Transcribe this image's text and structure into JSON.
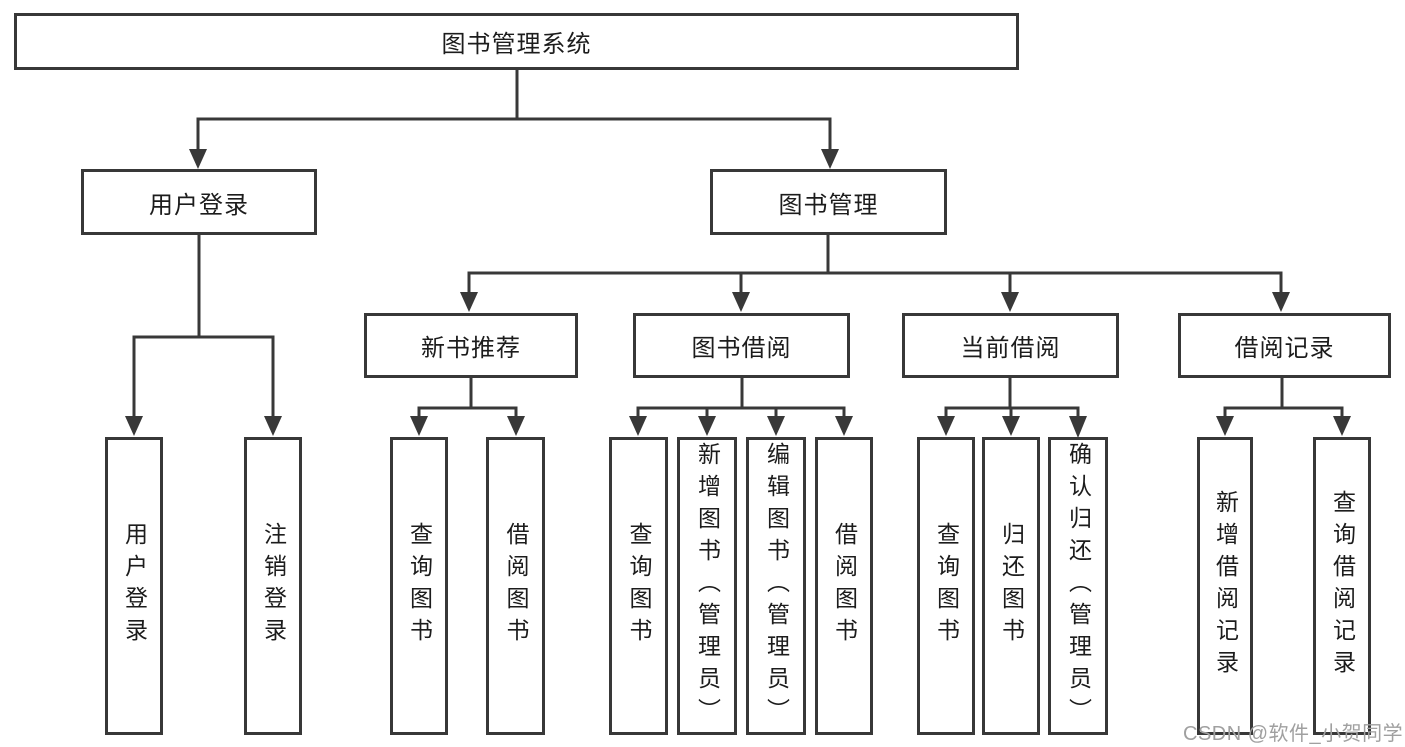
{
  "diagram": {
    "root": "图书管理系统",
    "level2": {
      "user_login": "用户登录",
      "book_management": "图书管理"
    },
    "level3": {
      "new_book_recommend": "新书推荐",
      "book_borrowing": "图书借阅",
      "current_borrowing": "当前借阅",
      "borrowing_records": "借阅记录"
    },
    "leaves": {
      "user_login": [
        "用户登录",
        "注销登录"
      ],
      "new_book_recommend": [
        "查询图书",
        "借阅图书"
      ],
      "book_borrowing": [
        "查询图书",
        "新增图书（管理员）",
        "编辑图书（管理员）",
        "借阅图书"
      ],
      "current_borrowing": [
        "查询图书",
        "归还图书",
        "确认归还（管理员）"
      ],
      "borrowing_records": [
        "新增借阅记录",
        "查询借阅记录"
      ]
    }
  },
  "watermark": "CSDN @软件_小贺同学",
  "colors": {
    "line": "#383838",
    "text": "#1c1c1c",
    "watermark": "#a0a0a0",
    "background": "#ffffff"
  }
}
